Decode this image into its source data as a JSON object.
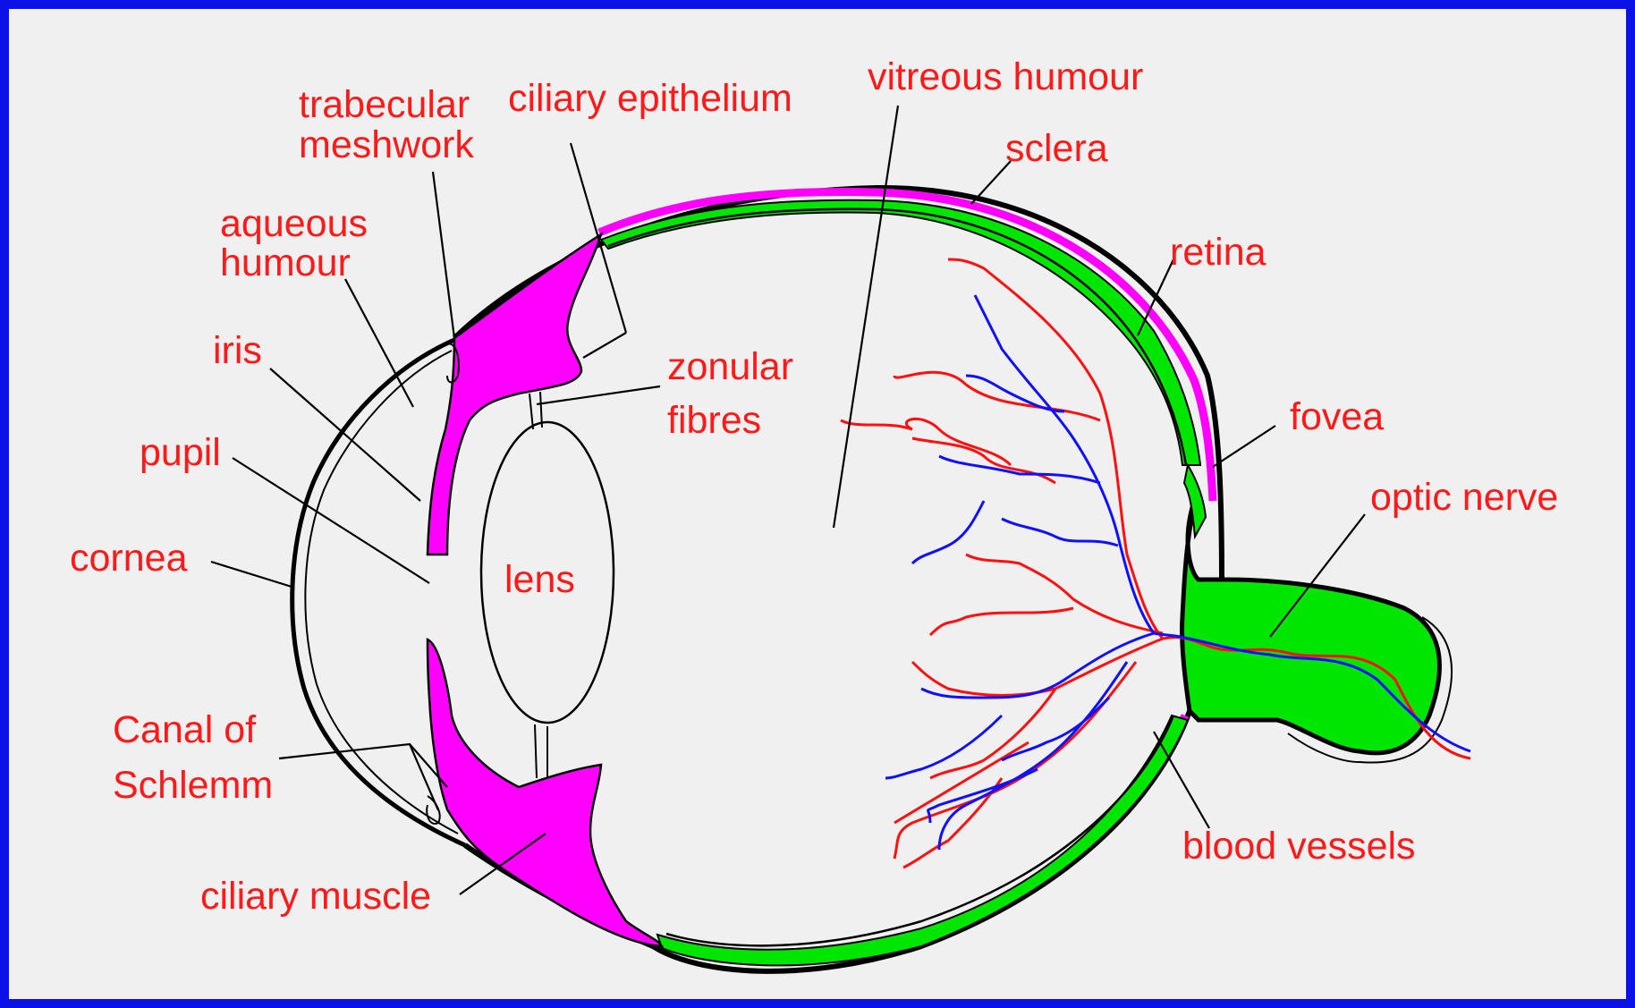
{
  "colors": {
    "frame": "#0a12e8",
    "label": "#ff1a1a",
    "ciliary_tissue": "#ff00ff",
    "retina_nerve": "#00e600",
    "artery": "#ff1010",
    "vein": "#1010ff",
    "background": "#f0f0f0"
  },
  "labels": {
    "trabecular_meshwork_1": "trabecular",
    "trabecular_meshwork_2": "meshwork",
    "ciliary_epithelium": "ciliary epithelium",
    "vitreous_humour": "vitreous humour",
    "sclera": "sclera",
    "aqueous_humour_1": "aqueous",
    "aqueous_humour_2": "humour",
    "retina": "retina",
    "iris": "iris",
    "zonular_fibres_1": "zonular",
    "zonular_fibres_2": "fibres",
    "fovea": "fovea",
    "pupil": "pupil",
    "optic_nerve": "optic nerve",
    "cornea": "cornea",
    "lens": "lens",
    "canal_of_schlemm_1": "Canal of",
    "canal_of_schlemm_2": "Schlemm",
    "blood_vessels": "blood vessels",
    "ciliary_muscle": "ciliary muscle"
  }
}
